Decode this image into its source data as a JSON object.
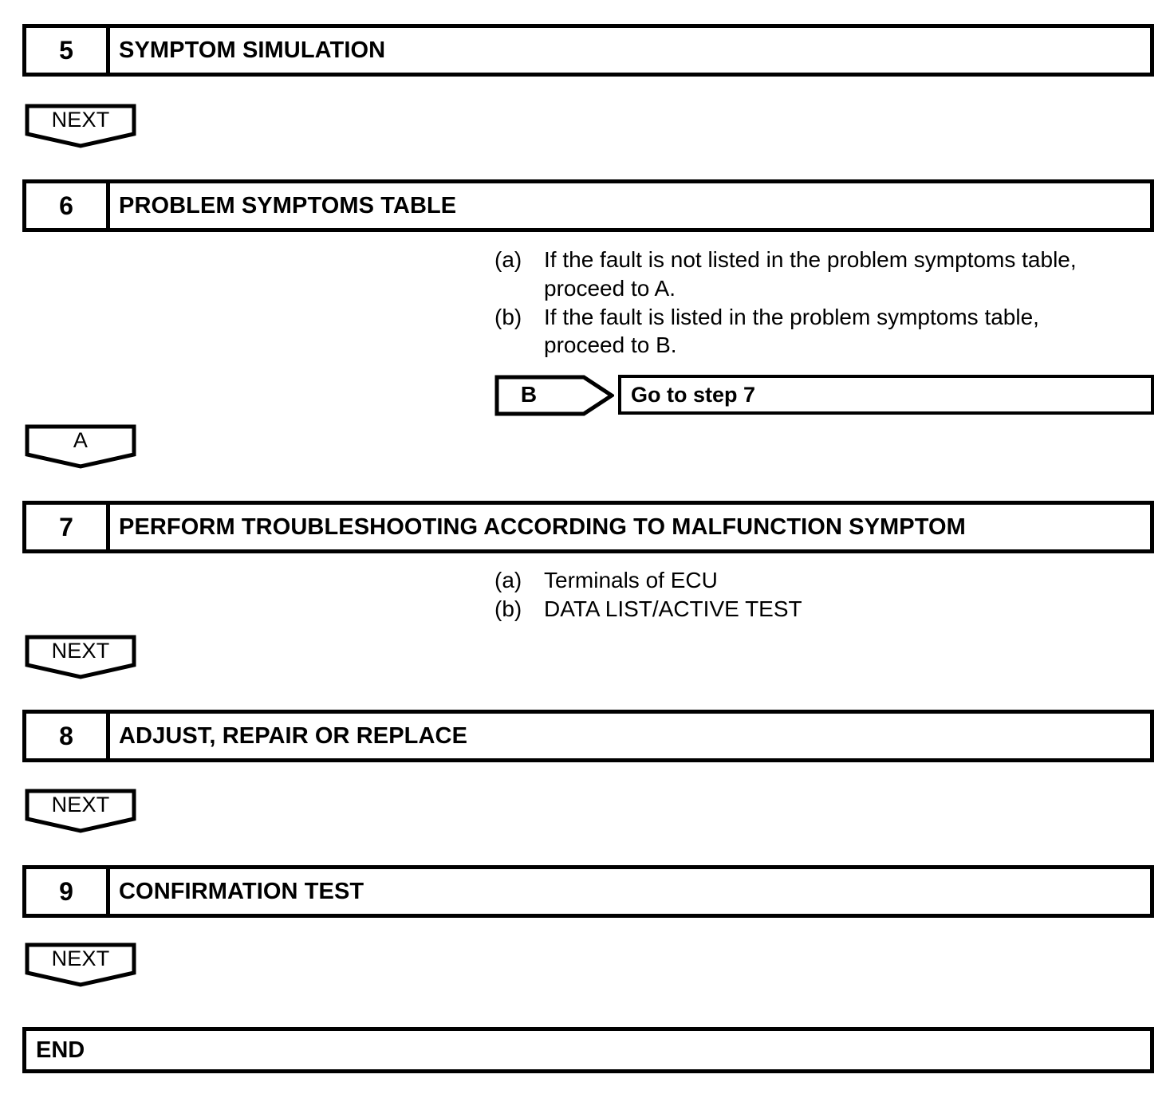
{
  "document": {
    "type": "troubleshooting-flowchart",
    "title": "Troubleshooting Procedure Flowchart"
  },
  "steps": [
    {
      "number": "5",
      "title": "SYMPTOM SIMULATION"
    },
    {
      "number": "6",
      "title": "PROBLEM SYMPTOMS TABLE"
    },
    {
      "number": "7",
      "title": "PERFORM TROUBLESHOOTING ACCORDING TO MALFUNCTION SYMPTOM"
    },
    {
      "number": "8",
      "title": "ADJUST, REPAIR OR REPLACE"
    },
    {
      "number": "9",
      "title": "CONFIRMATION TEST"
    }
  ],
  "connectors": {
    "next_label": "NEXT",
    "branch_a_label": "A",
    "branch_b_label": "B"
  },
  "step6_notes": [
    {
      "marker": "(a)",
      "line1": "If the fault is not listed in the problem symptoms table,",
      "line2": "proceed to A."
    },
    {
      "marker": "(b)",
      "line1": "If the fault is listed in the problem symptoms table,",
      "line2": "proceed to B."
    }
  ],
  "branch_b_target": "Go to step 7",
  "step7_notes": [
    {
      "marker": "(a)",
      "text": "Terminals of ECU"
    },
    {
      "marker": "(b)",
      "text": "DATA LIST/ACTIVE TEST"
    }
  ],
  "end": {
    "label": "END"
  },
  "colors": {
    "ink": "#000000",
    "paper": "#ffffff"
  }
}
